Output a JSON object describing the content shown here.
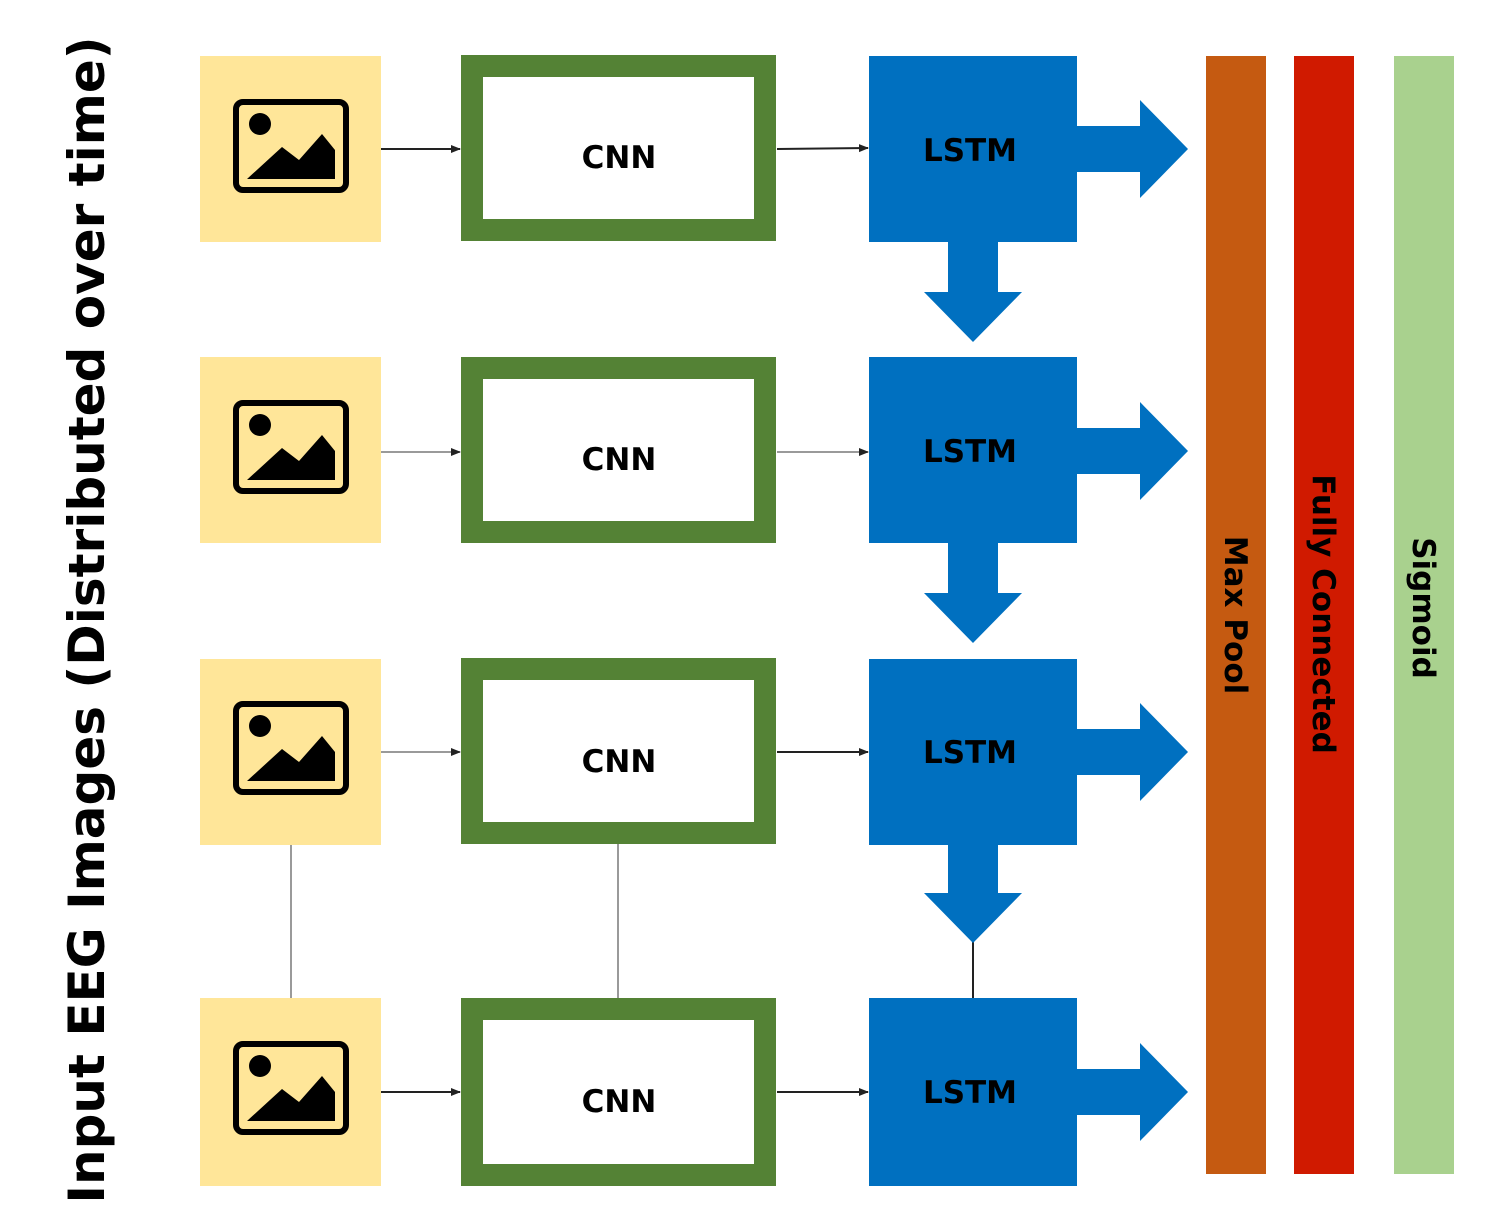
{
  "diagram": {
    "side_title": "Input EEG Images (Distributed over time)",
    "rows": [
      {
        "cnn_label": "CNN",
        "lstm_label": "LSTM"
      },
      {
        "cnn_label": "CNN",
        "lstm_label": "LSTM"
      },
      {
        "cnn_label": "CNN",
        "lstm_label": "LSTM"
      },
      {
        "cnn_label": "CNN",
        "lstm_label": "LSTM"
      }
    ],
    "columns": {
      "max_pool": "Max Pool",
      "fully_connected": "Fully Connected",
      "sigmoid": "Sigmoid"
    },
    "icons": {
      "input": "image-icon"
    },
    "colors": {
      "input_bg": "#FFE699",
      "cnn_border": "#548235",
      "lstm_fill": "#0070C0",
      "max_pool": "#C55A11",
      "fully_connected": "#D01A00",
      "sigmoid": "#A9D18E"
    }
  }
}
